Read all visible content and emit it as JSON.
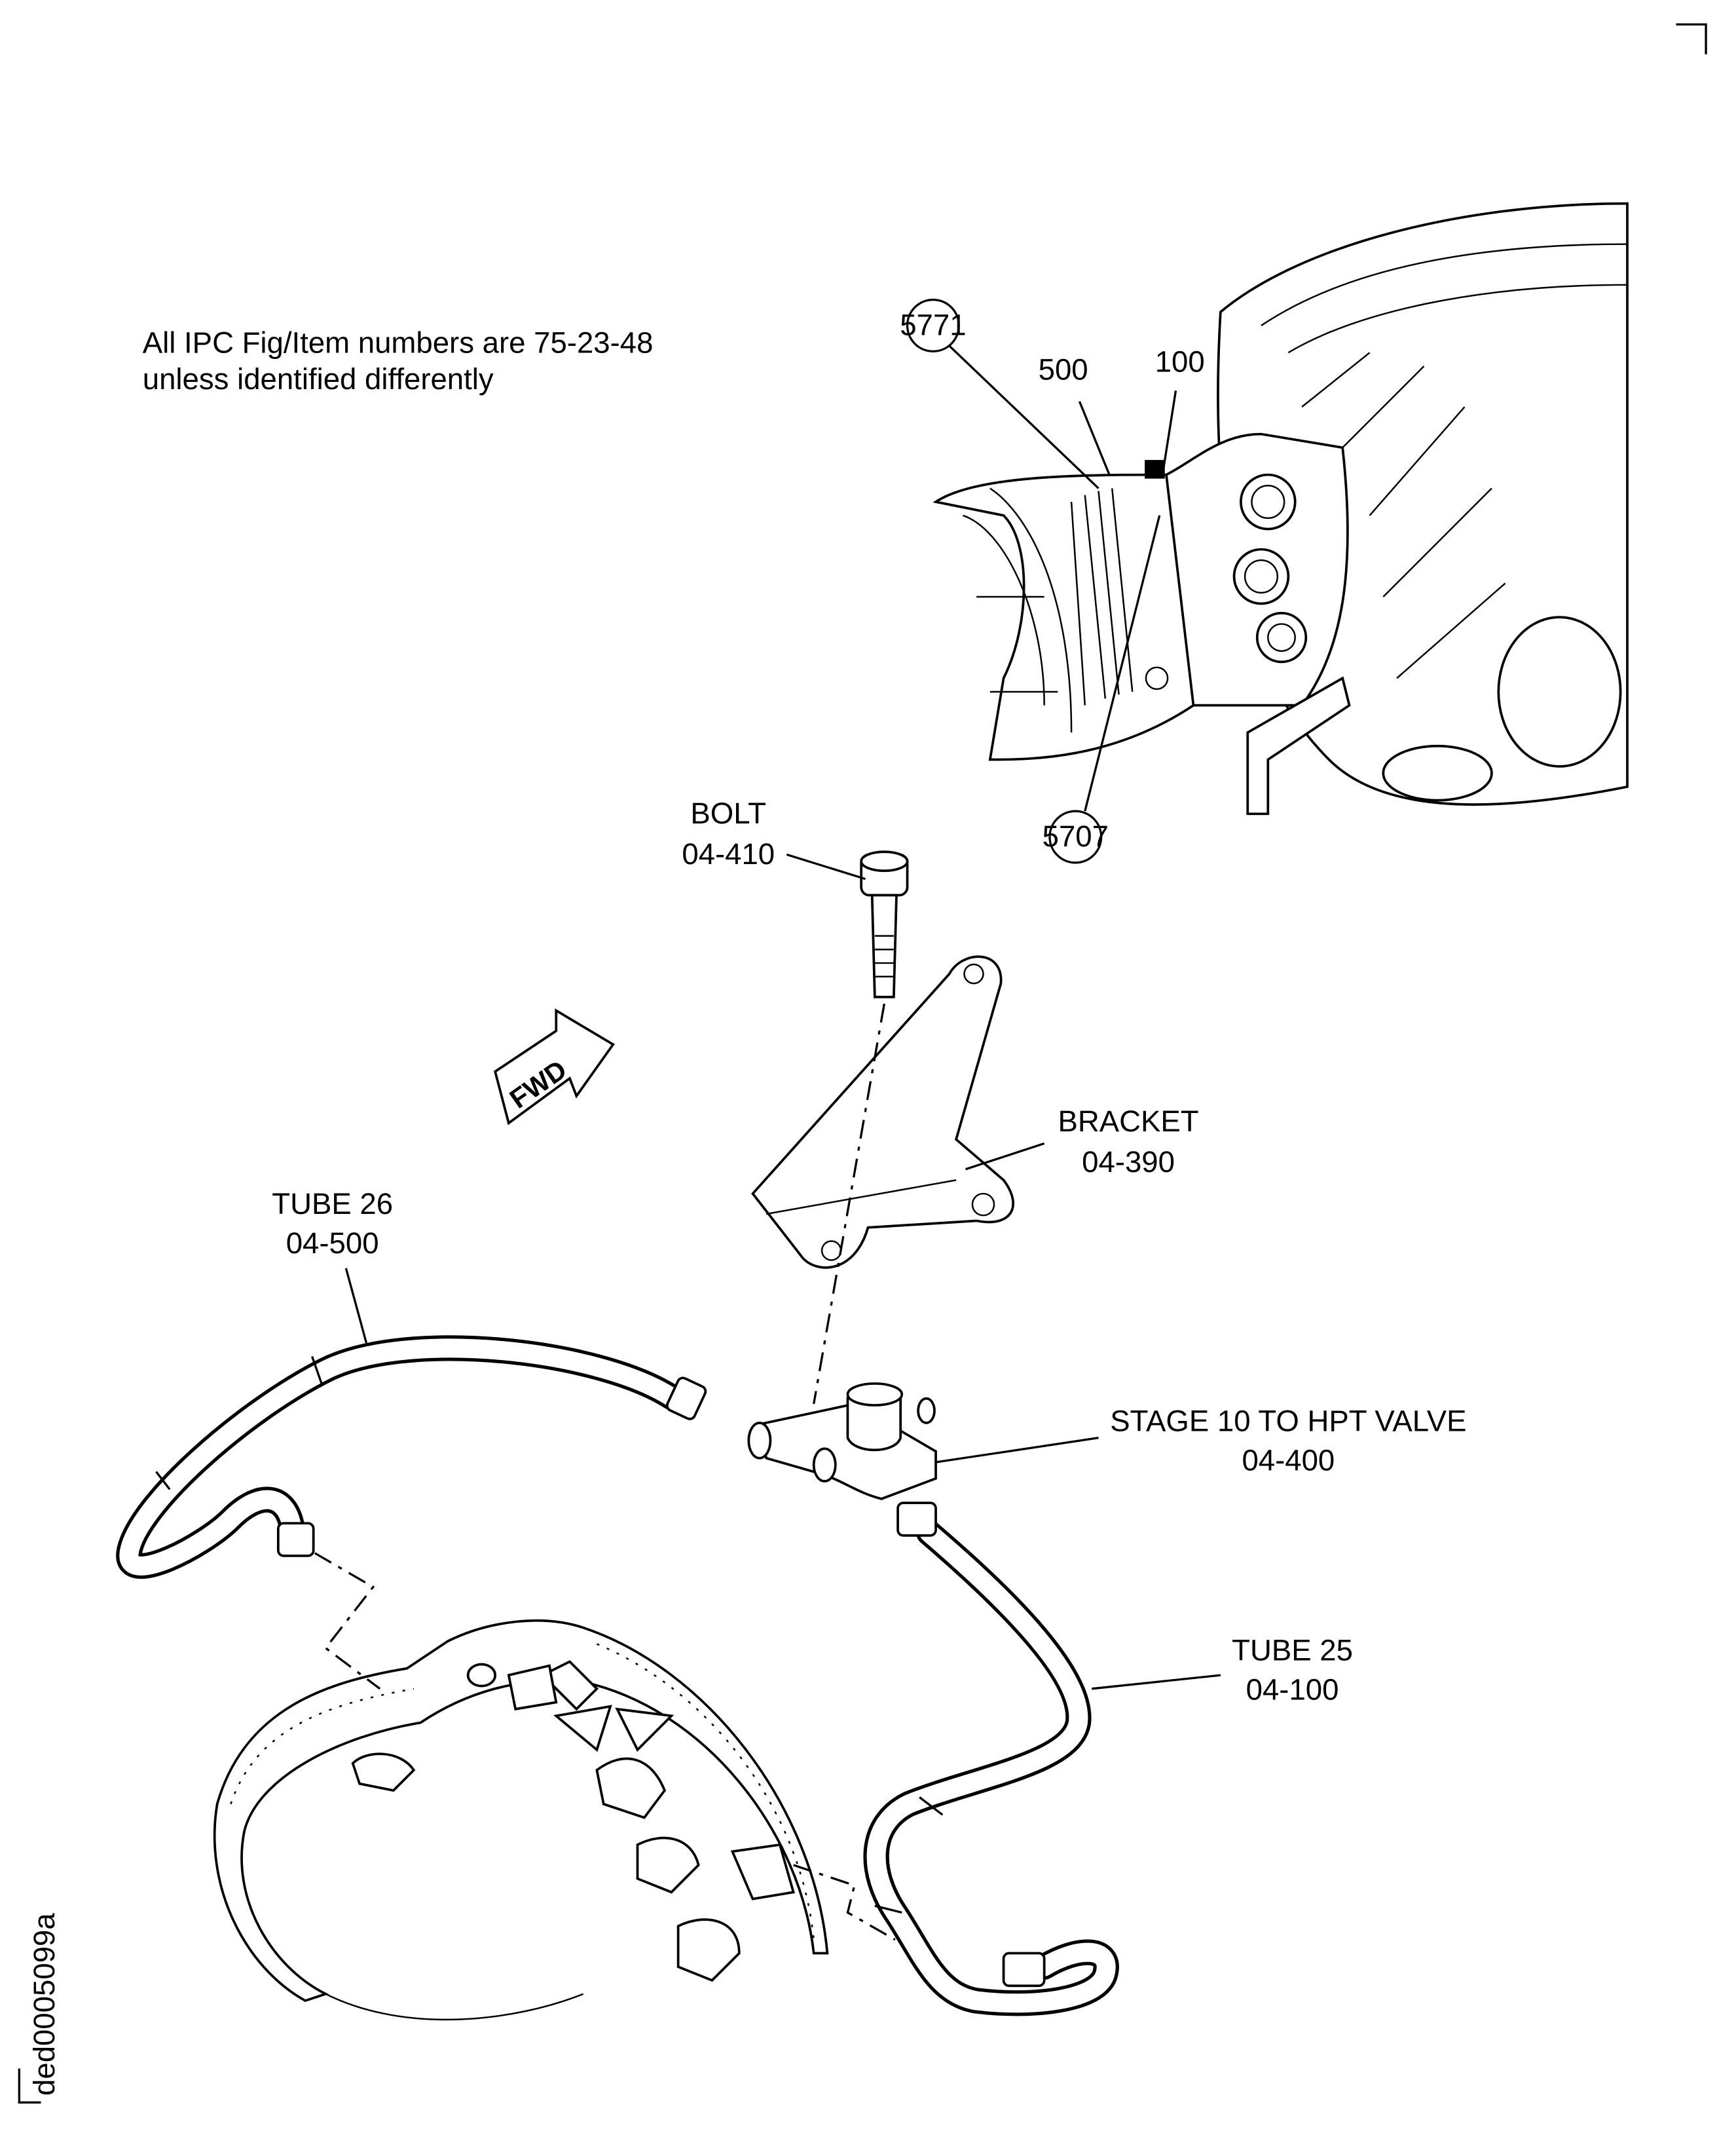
{
  "note": {
    "line1": "All IPC Fig/Item numbers are 75-23-48",
    "line2": "unless identified differently"
  },
  "callouts": {
    "ref_5771": "5771",
    "ref_5707": "5707",
    "item_500": "500",
    "item_100": "100"
  },
  "parts": {
    "bolt": {
      "name": "BOLT",
      "number": "04-410"
    },
    "bracket": {
      "name": "BRACKET",
      "number": "04-390"
    },
    "tube26": {
      "name": "TUBE 26",
      "number": "04-500"
    },
    "valve": {
      "name": "STAGE 10 TO HPT VALVE",
      "number": "04-400"
    },
    "tube25": {
      "name": "TUBE 25",
      "number": "04-100"
    }
  },
  "fwd_arrow": "FWD",
  "drawing_id": "ded0005099a"
}
